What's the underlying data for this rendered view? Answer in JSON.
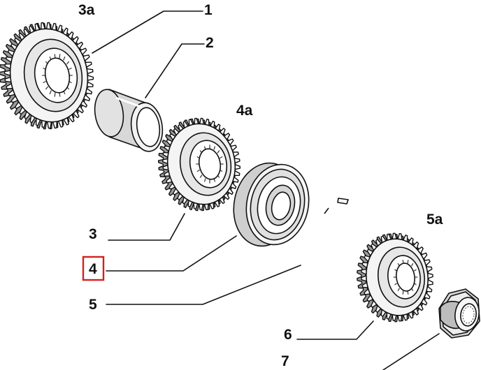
{
  "labels": {
    "part_1": "1",
    "part_2": "2",
    "part_3": "3",
    "part_3a": "3a",
    "part_4": "4",
    "part_4a": "4a",
    "part_5": "5",
    "part_5a": "5a",
    "part_6": "6",
    "part_7": "7"
  },
  "highlight": {
    "label": "4",
    "color": "#d42020"
  },
  "icons": [
    "gear-icon",
    "bushing-icon",
    "bearing-icon",
    "snap-ring-icon",
    "nut-icon"
  ]
}
